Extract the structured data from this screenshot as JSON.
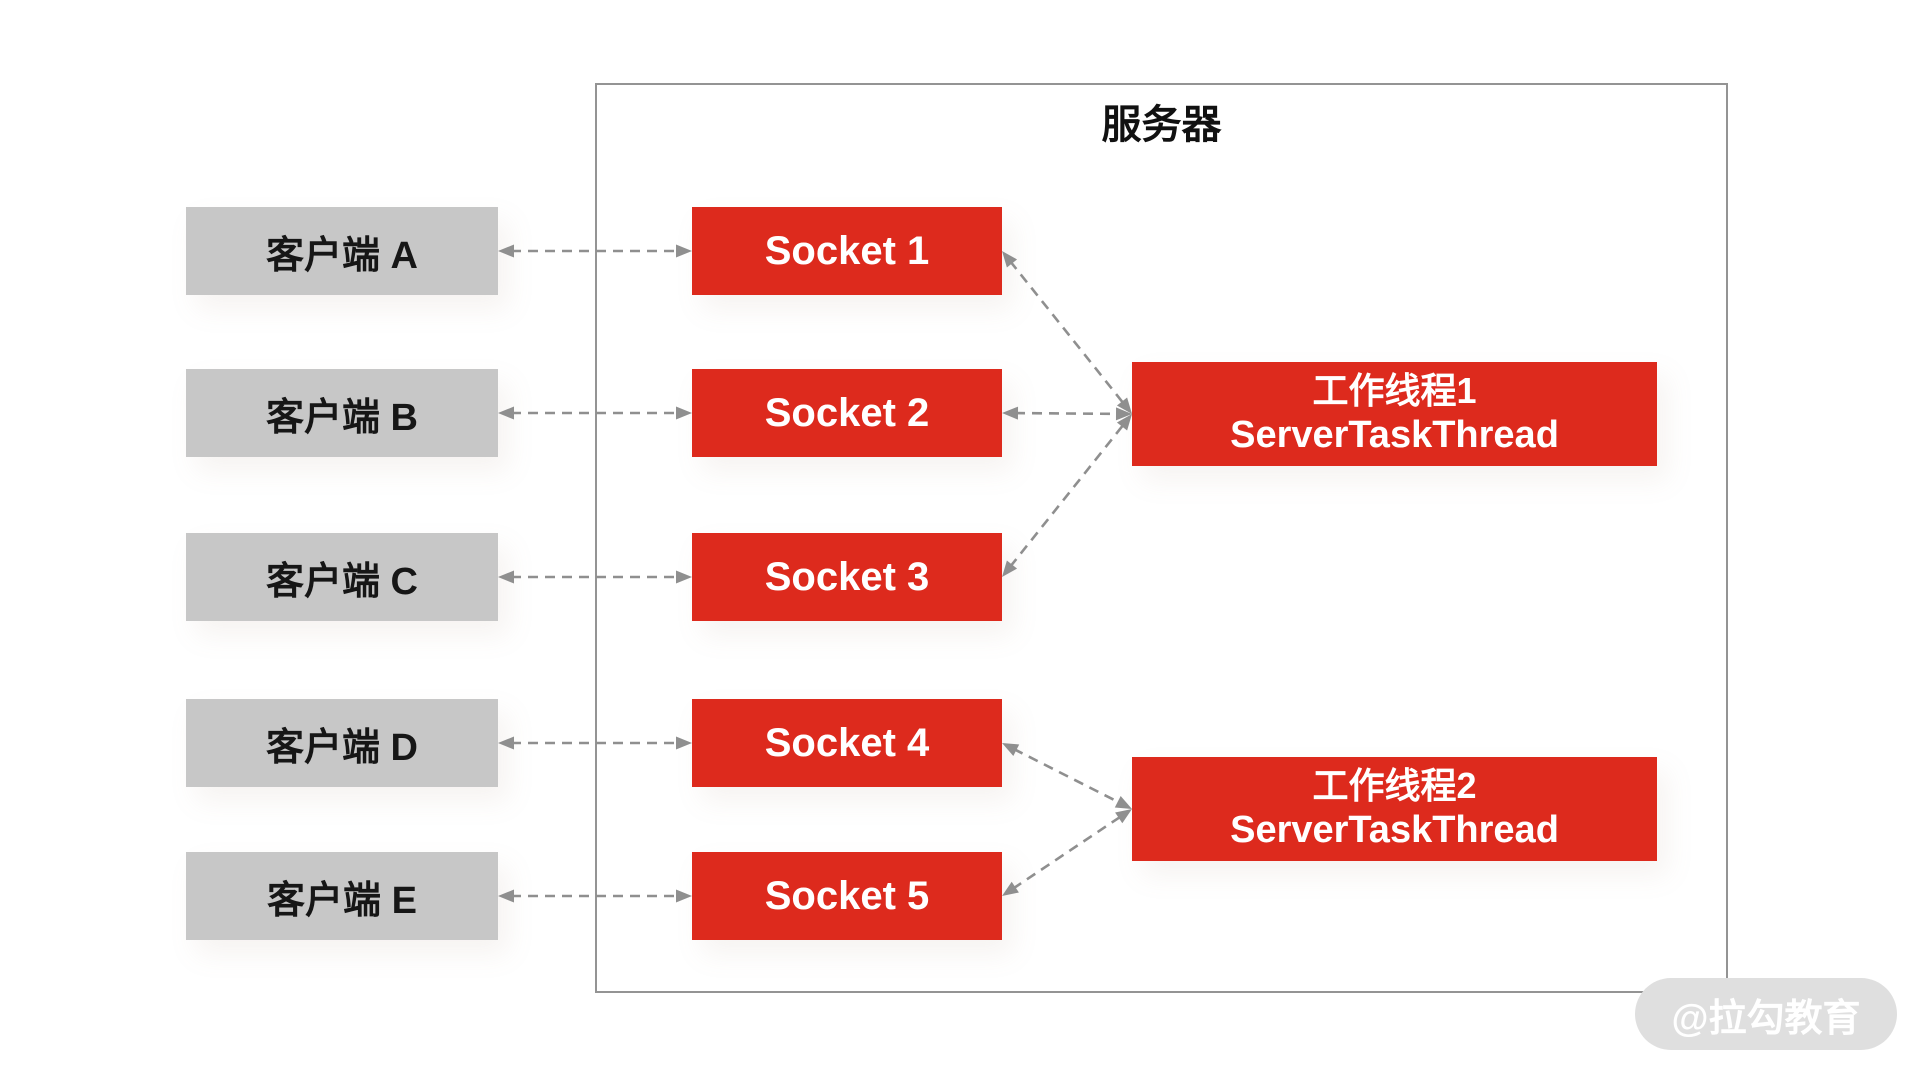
{
  "server": {
    "title": "服务器"
  },
  "clients": [
    {
      "id": "client-a",
      "label": "客户端 A"
    },
    {
      "id": "client-b",
      "label": "客户端 B"
    },
    {
      "id": "client-c",
      "label": "客户端 C"
    },
    {
      "id": "client-d",
      "label": "客户端 D"
    },
    {
      "id": "client-e",
      "label": "客户端 E"
    }
  ],
  "sockets": [
    {
      "id": "socket-1",
      "label": "Socket 1"
    },
    {
      "id": "socket-2",
      "label": "Socket 2"
    },
    {
      "id": "socket-3",
      "label": "Socket 3"
    },
    {
      "id": "socket-4",
      "label": "Socket 4"
    },
    {
      "id": "socket-5",
      "label": "Socket 5"
    }
  ],
  "workers": [
    {
      "id": "worker-1",
      "title": "工作线程1",
      "subtitle": "ServerTaskThread"
    },
    {
      "id": "worker-2",
      "title": "工作线程2",
      "subtitle": "ServerTaskThread"
    }
  ],
  "edges": [
    {
      "from": "client-a",
      "to": "socket-1",
      "style": "dashed-double-arrow"
    },
    {
      "from": "client-b",
      "to": "socket-2",
      "style": "dashed-double-arrow"
    },
    {
      "from": "client-c",
      "to": "socket-3",
      "style": "dashed-double-arrow"
    },
    {
      "from": "client-d",
      "to": "socket-4",
      "style": "dashed-double-arrow"
    },
    {
      "from": "client-e",
      "to": "socket-5",
      "style": "dashed-double-arrow"
    },
    {
      "from": "socket-1",
      "to": "worker-1",
      "style": "dashed-double-arrow"
    },
    {
      "from": "socket-2",
      "to": "worker-1",
      "style": "dashed-double-arrow"
    },
    {
      "from": "socket-3",
      "to": "worker-1",
      "style": "dashed-double-arrow"
    },
    {
      "from": "socket-4",
      "to": "worker-2",
      "style": "dashed-double-arrow"
    },
    {
      "from": "socket-5",
      "to": "worker-2",
      "style": "dashed-double-arrow"
    }
  ],
  "watermark": {
    "text": "@拉勾教育"
  },
  "colors": {
    "red": "#DD2A1D",
    "gray_box": "#C7C7C7",
    "arrow": "#8F8F8F",
    "server_border": "#949494",
    "watermark_bg": "#DFDFDF",
    "watermark_text": "#FFFFFF"
  }
}
